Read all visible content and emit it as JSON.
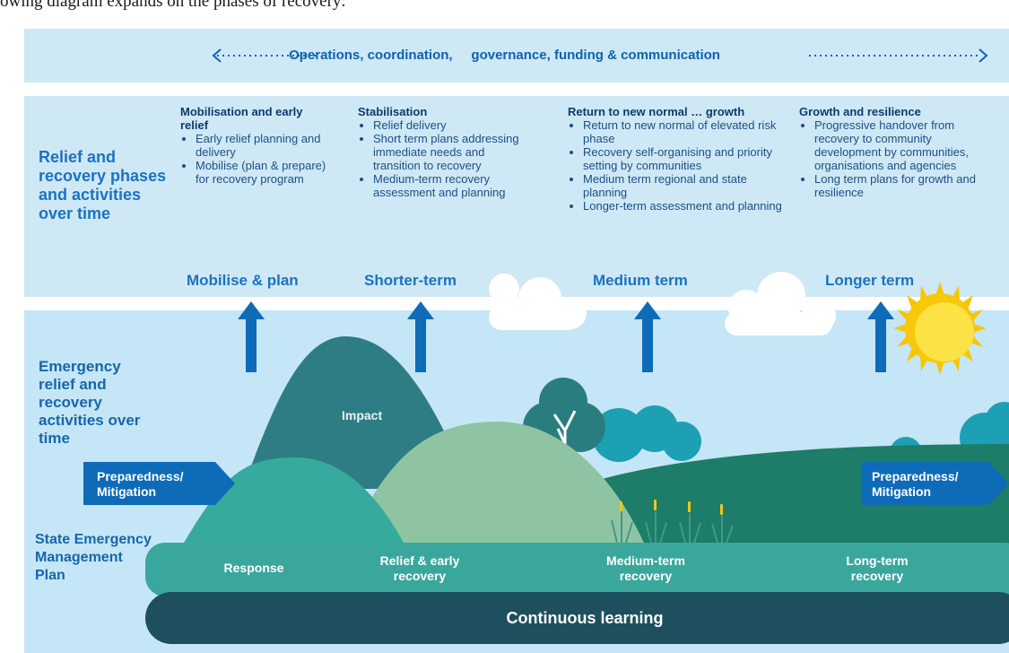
{
  "caption": "owing diagram expands on the phases of recovery:",
  "ops_label": "Operations, coordination,     governance, funding & communication",
  "sections": {
    "relief": "Relief and recovery phases and activities over time",
    "emergency": "Emergency relief and recovery activities over time",
    "state": "State Emergency Management Plan"
  },
  "phases": [
    {
      "title": "Mobilisation and early relief",
      "items": [
        "Early relief planning and delivery",
        "Mobilise (plan & prepare) for recovery program"
      ]
    },
    {
      "title": "Stabilisation",
      "items": [
        "Relief delivery",
        "Short term plans addressing immediate needs and transition to recovery",
        "Medium-term recovery assessment and planning"
      ]
    },
    {
      "title": "Return to new normal … growth",
      "items": [
        "Return to new normal of elevated risk phase",
        "Recovery self-organising and priority setting by communities",
        "Medium term regional and state planning",
        "Longer-term assessment and planning"
      ]
    },
    {
      "title": "Growth and resilience",
      "items": [
        "Progressive handover from recovery to community development by communities, organisations and agencies",
        "Long term plans for growth and resilience"
      ]
    }
  ],
  "stages": [
    "Mobilise & plan",
    "Shorter-term",
    "Medium term",
    "Longer term"
  ],
  "preparedness_left": "Preparedness/ Mitigation",
  "preparedness_right": "Preparedness/ Mitigation",
  "impact": "Impact",
  "bottom_labels": [
    "Response",
    "Relief & early recovery",
    "Medium-term recovery",
    "Long-term recovery"
  ],
  "continuous_learning": "Continuous learning",
  "colors": {
    "band": "#cfe8f5",
    "sky": "#c5e6f7",
    "blue_text": "#1a73c1",
    "dark_blue": "#0b63b0",
    "arrow_blue": "#0e6bb8",
    "dark_teal": "#1e4f5e",
    "mid_teal": "#2e9d8e",
    "light_green": "#8fc4a3",
    "impact_hill": "#2e7d85",
    "sun": "#f7c600"
  },
  "icons": [
    "double-arrow-icon",
    "up-arrow-icon",
    "cloud-icon",
    "sun-icon",
    "tree-icon",
    "reed-icon"
  ]
}
